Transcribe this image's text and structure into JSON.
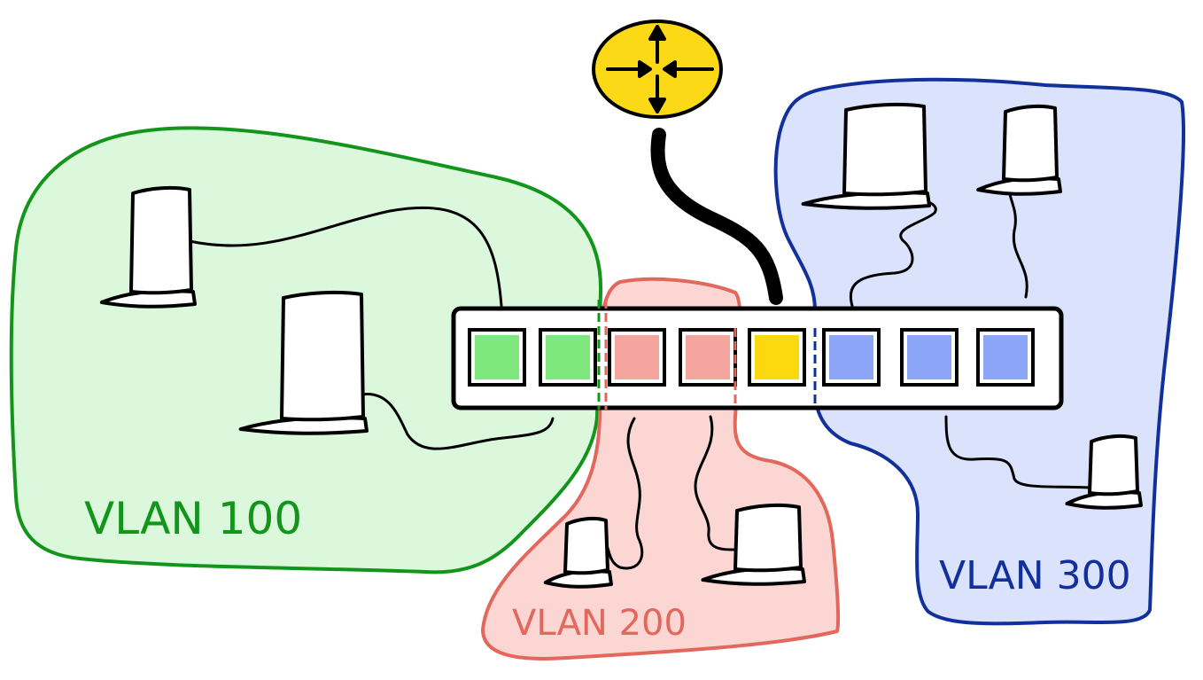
{
  "diagram": {
    "colors": {
      "vlan100_fill": "#dcf8dc",
      "vlan100_stroke": "#13951c",
      "vlan200_fill": "#fcd6d2",
      "vlan200_stroke": "#e2675c",
      "vlan300_fill": "#dbe2fb",
      "vlan300_stroke": "#12309b",
      "router_fill": "#fcd916",
      "port_green": "#7ee87f",
      "port_red": "#f4a69e",
      "port_yellow": "#fcd80f",
      "port_blue": "#8ba5f7",
      "outline": "#000000"
    },
    "vlans": [
      {
        "label": "VLAN 100",
        "color": "#13951c"
      },
      {
        "label": "VLAN 200",
        "color": "#e2675c"
      },
      {
        "label": "VLAN 300",
        "color": "#12309b"
      }
    ],
    "router": {
      "icon": "router-icon"
    },
    "switch": {
      "ports": [
        {
          "vlan": "VLAN 100",
          "color": "#7ee87f"
        },
        {
          "vlan": "VLAN 100",
          "color": "#7ee87f"
        },
        {
          "vlan": "VLAN 200",
          "color": "#f4a69e"
        },
        {
          "vlan": "VLAN 200",
          "color": "#f4a69e"
        },
        {
          "vlan": "trunk",
          "color": "#fcd80f"
        },
        {
          "vlan": "VLAN 300",
          "color": "#8ba5f7"
        },
        {
          "vlan": "VLAN 300",
          "color": "#8ba5f7"
        },
        {
          "vlan": "VLAN 300",
          "color": "#8ba5f7"
        }
      ]
    },
    "hosts": [
      {
        "name": "laptop-icon",
        "vlan": "VLAN 100"
      },
      {
        "name": "laptop-icon",
        "vlan": "VLAN 100"
      },
      {
        "name": "laptop-icon",
        "vlan": "VLAN 200"
      },
      {
        "name": "laptop-icon",
        "vlan": "VLAN 200"
      },
      {
        "name": "laptop-icon",
        "vlan": "VLAN 300"
      },
      {
        "name": "laptop-icon",
        "vlan": "VLAN 300"
      },
      {
        "name": "laptop-icon",
        "vlan": "VLAN 300"
      }
    ]
  }
}
